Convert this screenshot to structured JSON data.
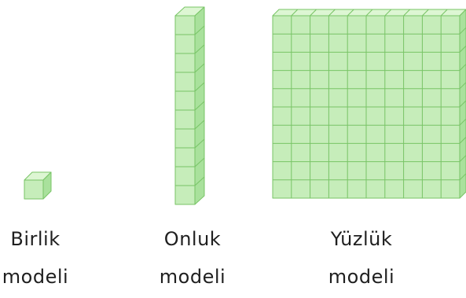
{
  "models": [
    {
      "name_line1": "Birlik",
      "name_line2": "modeli",
      "units": 1
    },
    {
      "name_line1": "Onluk",
      "name_line2": "modeli",
      "units": 10
    },
    {
      "name_line1": "Yüzlük",
      "name_line2": "modeli",
      "units": 100
    }
  ],
  "colors": {
    "front": "#c6edba",
    "top": "#ddf6d3",
    "side": "#a9e19c",
    "stroke": "#78c466",
    "text": "#1f1f1f"
  }
}
